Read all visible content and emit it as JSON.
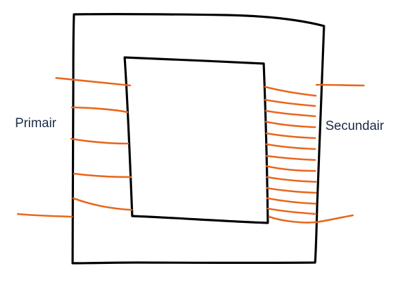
{
  "labels": {
    "primary": "Primair",
    "secondary": "Secundair"
  },
  "colors": {
    "core": "#000000",
    "winding": "#e8661c",
    "label": "#1d2a45",
    "background": "#ffffff"
  },
  "windings": {
    "primary_turns": 5,
    "secondary_turns": 12
  }
}
